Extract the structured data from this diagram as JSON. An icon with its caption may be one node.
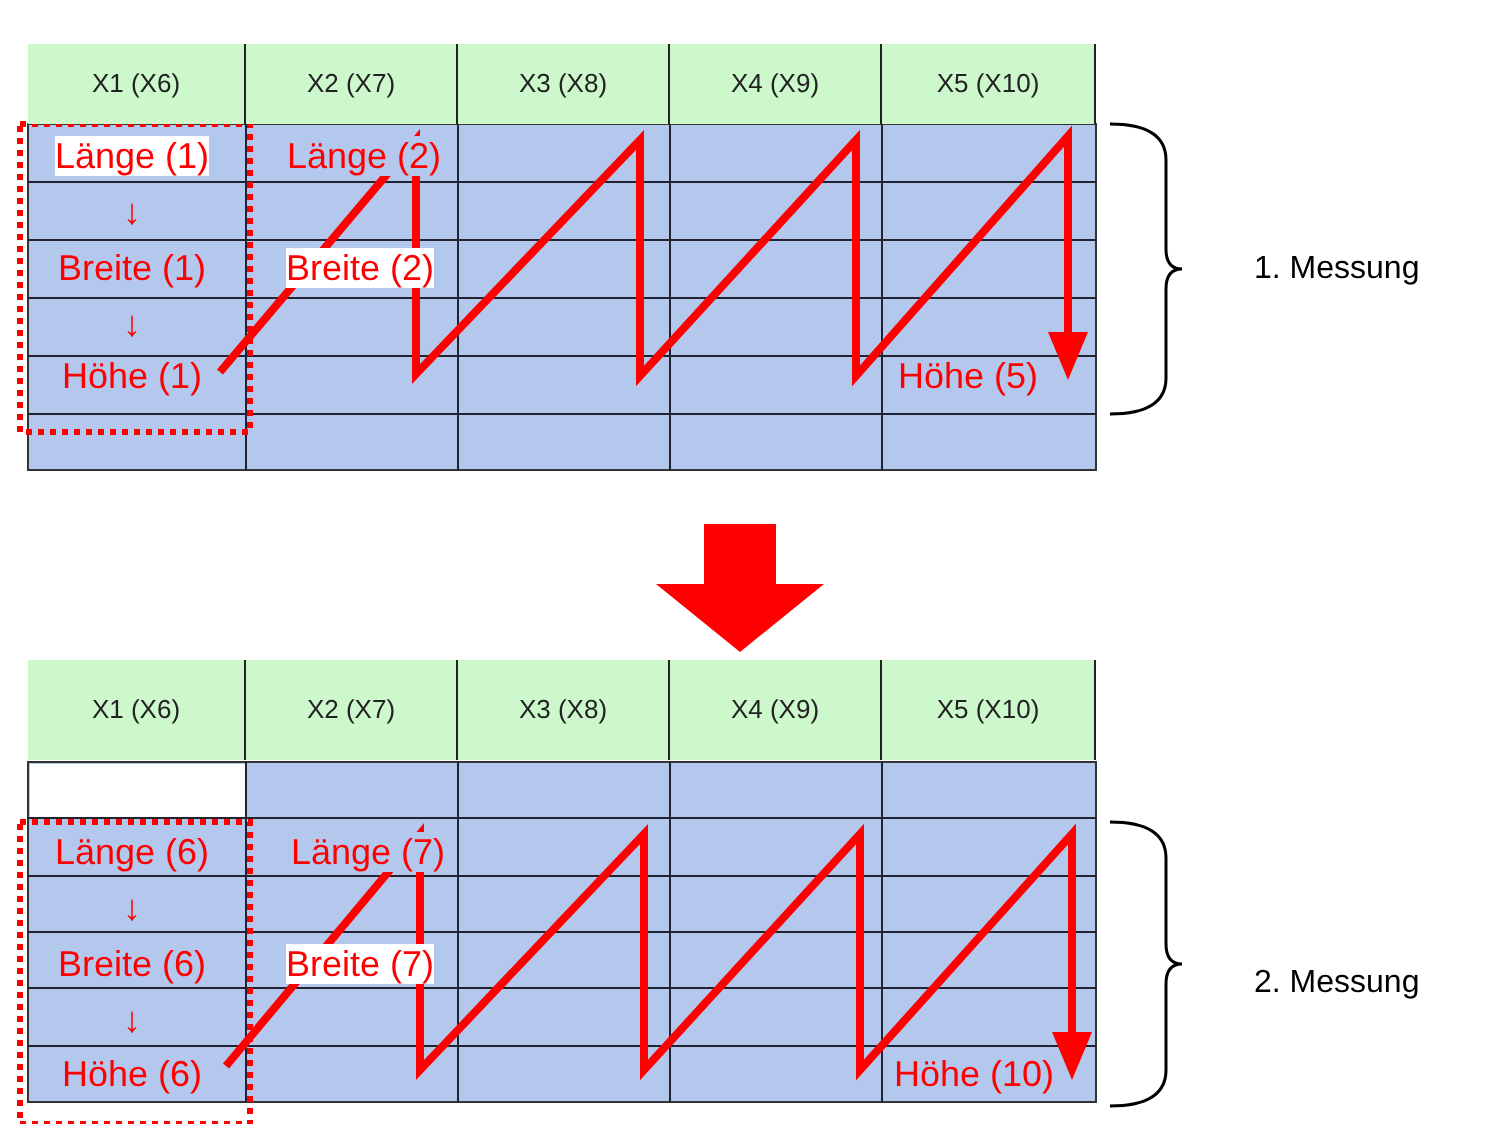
{
  "diagram": {
    "labels": [
      "X1 (X6)",
      "X2 (X7)",
      "X3 (X8)",
      "X4 (X9)",
      "X5 (X10)",
      "Länge (1)",
      "Länge (2)",
      "↓",
      "Breite (1)",
      "Breite (2)",
      "↓",
      "Höhe (1)",
      "Höhe (5)",
      "1. Messung",
      "X1 (X6)",
      "X2 (X7)",
      "X3 (X8)",
      "X4 (X9)",
      "X5 (X10)",
      "Länge (6)",
      "Länge (7)",
      "↓",
      "Breite (6)",
      "Breite (7)",
      "↓",
      "Höhe (6)",
      "Höhe (10)",
      "2. Messung"
    ]
  }
}
